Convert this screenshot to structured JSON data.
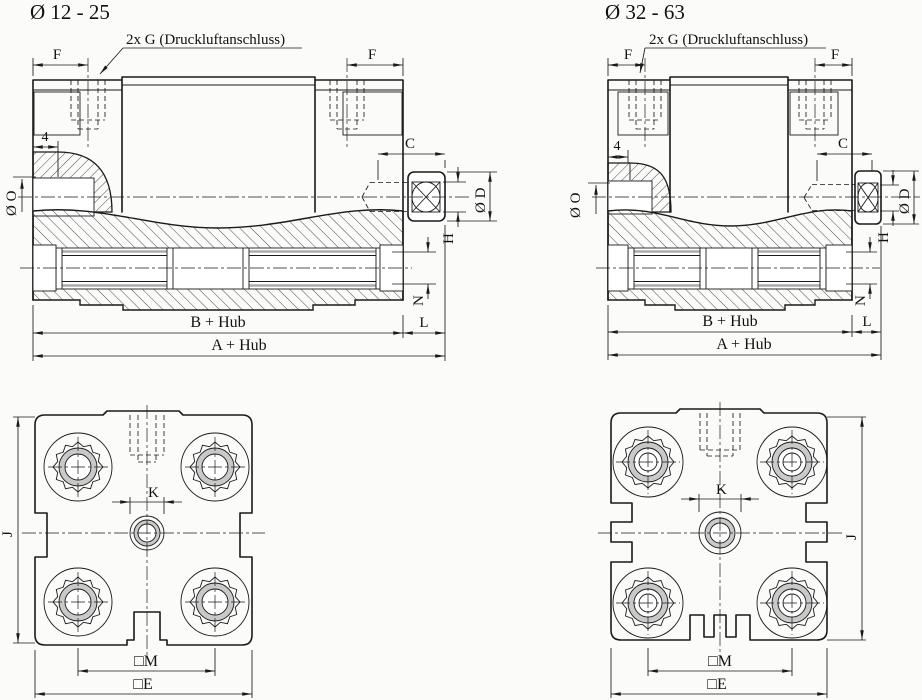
{
  "page": {
    "background": "#fbfbf9",
    "line_color": "#1a1a1a",
    "thread_fill": "#c9c9c9"
  },
  "left": {
    "title": "Ø 12 - 25"
  },
  "right": {
    "title": "Ø 32 - 63"
  },
  "labels": {
    "port": "2x G (Druckluftanschluss)",
    "f": "F",
    "four": "4",
    "c": "C",
    "o": "Ø O",
    "d": "Ø D",
    "h": "H",
    "n": "N",
    "l": "L",
    "b_hub": "B + Hub",
    "a_hub": "A + Hub",
    "k": "K",
    "j": "J",
    "m": "□M",
    "e": "□E"
  }
}
